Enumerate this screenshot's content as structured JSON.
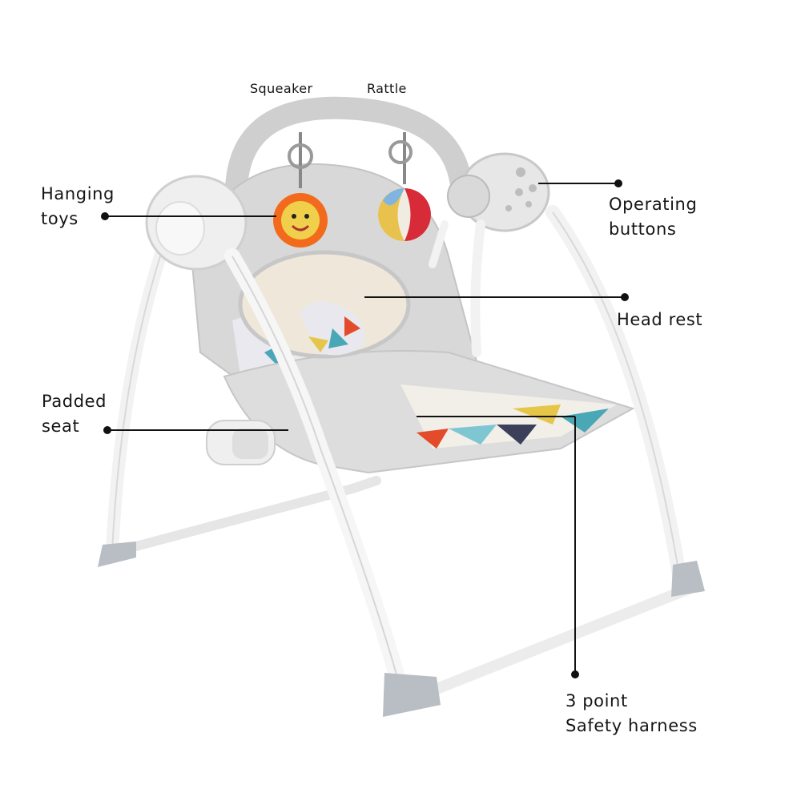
{
  "labels": {
    "squeaker": "Squeaker",
    "rattle": "Rattle",
    "hanging_toys": "Hanging\ntoys",
    "operating_buttons": "Operating\nbuttons",
    "head_rest": "Head rest",
    "padded_seat": "Padded\nseat",
    "harness": "3 point\nSafety harness"
  },
  "colors": {
    "frame": "#f4f4f4",
    "fabric": "#d6d6d6",
    "foot": "#b9bec4",
    "flower": "#f26b1d",
    "text": "#151515"
  }
}
